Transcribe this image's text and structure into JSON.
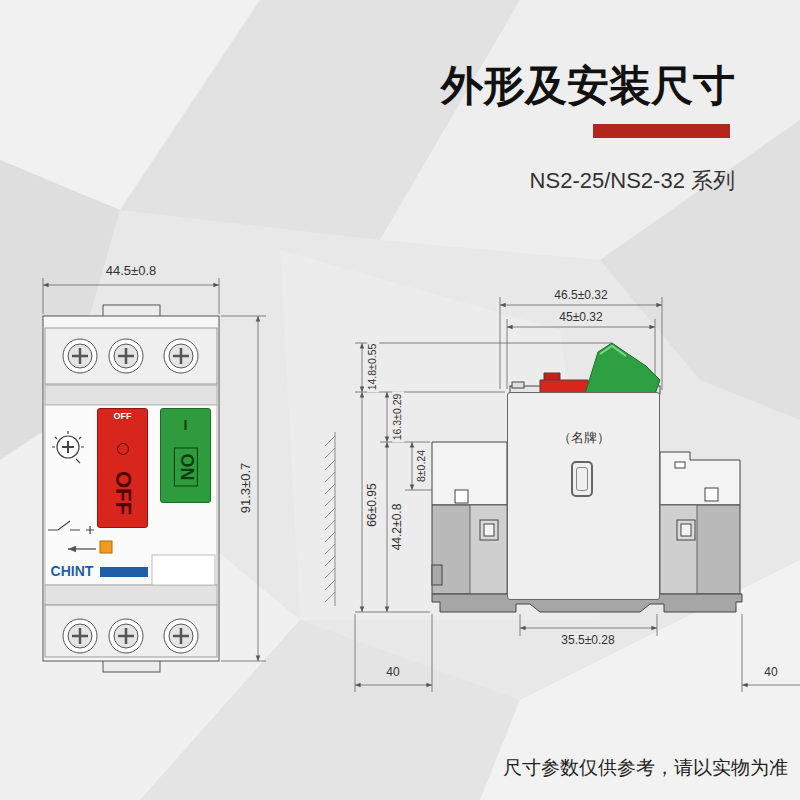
{
  "diagram": {
    "title": "外形及安装尺寸",
    "nodes": [
      {
        "text": [
          "OFF",
          "OFF"
        ]
      },
      {
        "text": [
          "I",
          "ON"
        ]
      },
      {
        "text": [
          "（名牌）"
        ]
      }
    ],
    "labels": [
      "NS2-25/NS2-32 系列",
      "44.5±0.8",
      "91.3±0.7",
      "CHINT",
      "46.5±0.32",
      "45±0.32",
      "14.8±0.55",
      "16.3±0.29",
      "8±0.24",
      "66±0.95",
      "44.2±0.8",
      "35.5±0.28",
      "40",
      "40",
      "尺寸参数仅供参考，请以实物为准"
    ]
  }
}
